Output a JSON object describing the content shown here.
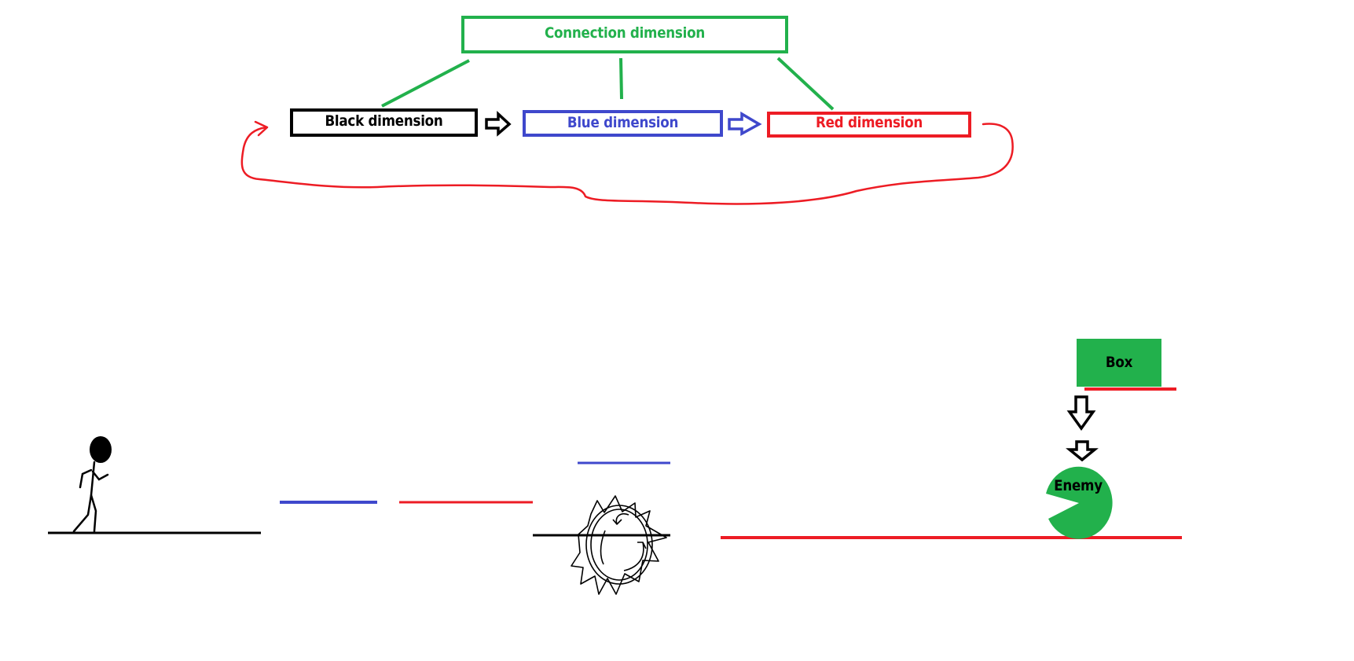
{
  "labels": {
    "connection": "Connection dimension",
    "black": "Black dimension",
    "blue": "Blue dimension",
    "red": "Red dimension",
    "box": "Box",
    "enemy": "Enemy"
  },
  "colors": {
    "green": "#22b14c",
    "black": "#000000",
    "blue": "#3f48cc",
    "red": "#ed1c24",
    "background": "#ffffff"
  }
}
